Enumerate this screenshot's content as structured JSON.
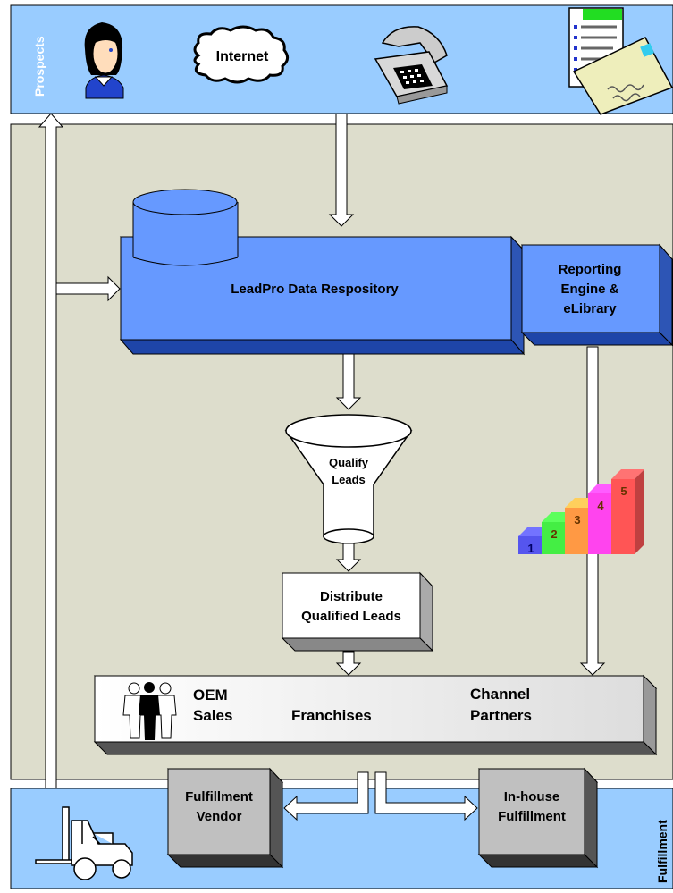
{
  "lanes": {
    "prospects": "Prospects",
    "fulfillment": "Fulfillment"
  },
  "internet_label": "Internet",
  "repository": "LeadPro Data Respository",
  "reporting": [
    "Reporting",
    "Engine &",
    "eLibrary"
  ],
  "qualify": [
    "Qualify",
    "Leads"
  ],
  "distribute": [
    "Distribute",
    "Qualified Leads"
  ],
  "channels": {
    "oem": [
      "OEM",
      "Sales"
    ],
    "franchises": "Franchises",
    "partners": [
      "Channel",
      "Partners"
    ]
  },
  "steps": [
    "1",
    "2",
    "3",
    "4",
    "5"
  ],
  "fulfillment_vendor": [
    "Fulfillment",
    "Vendor"
  ],
  "inhouse_fulfillment": [
    "In-house",
    "Fulfillment"
  ],
  "colors": {
    "lane_blue": "#99CCFF",
    "background": "#DDDDCC",
    "box_blue": "#6699FF",
    "grey_box": "#C0C0C0",
    "step_colors": [
      "#5555EE",
      "#44EE44",
      "#FF9944",
      "#FF44EE",
      "#FF5555"
    ]
  }
}
